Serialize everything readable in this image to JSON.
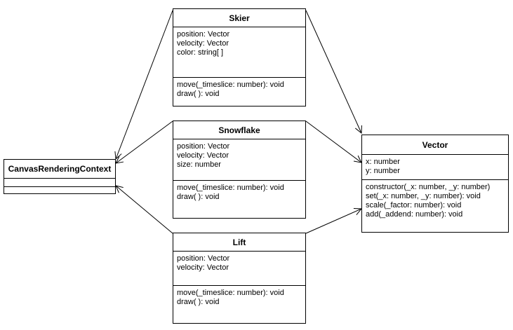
{
  "diagram_type": "uml-class-diagram",
  "classes": {
    "skier": {
      "name": "Skier",
      "attributes": [
        "position: Vector",
        "velocity: Vector",
        "color: string[ ]"
      ],
      "operations": [
        "move(_timeslice: number): void",
        "draw( ): void"
      ]
    },
    "snowflake": {
      "name": "Snowflake",
      "attributes": [
        "position: Vector",
        "velocity: Vector",
        "size: number"
      ],
      "operations": [
        "move(_timeslice: number): void",
        "draw( ): void"
      ]
    },
    "lift": {
      "name": "Lift",
      "attributes": [
        "position: Vector",
        "velocity: Vector"
      ],
      "operations": [
        "move(_timeslice: number): void",
        "draw( ): void"
      ]
    },
    "canvas": {
      "name": "CanvasRenderingContext",
      "attributes": [],
      "operations": []
    },
    "vector": {
      "name": "Vector",
      "attributes": [
        "x: number",
        "y: number"
      ],
      "operations": [
        "constructor(_x: number, _y: number)",
        "set(_x: number, _y: number): void",
        "scale(_factor: number): void",
        "add(_addend: number): void"
      ]
    }
  },
  "associations": [
    {
      "from": "Skier",
      "to": "CanvasRenderingContext",
      "arrow": "open"
    },
    {
      "from": "Skier",
      "to": "Vector",
      "arrow": "open"
    },
    {
      "from": "Snowflake",
      "to": "CanvasRenderingContext",
      "arrow": "open"
    },
    {
      "from": "Snowflake",
      "to": "Vector",
      "arrow": "open"
    },
    {
      "from": "Lift",
      "to": "CanvasRenderingContext",
      "arrow": "open"
    },
    {
      "from": "Lift",
      "to": "Vector",
      "arrow": "open"
    }
  ]
}
